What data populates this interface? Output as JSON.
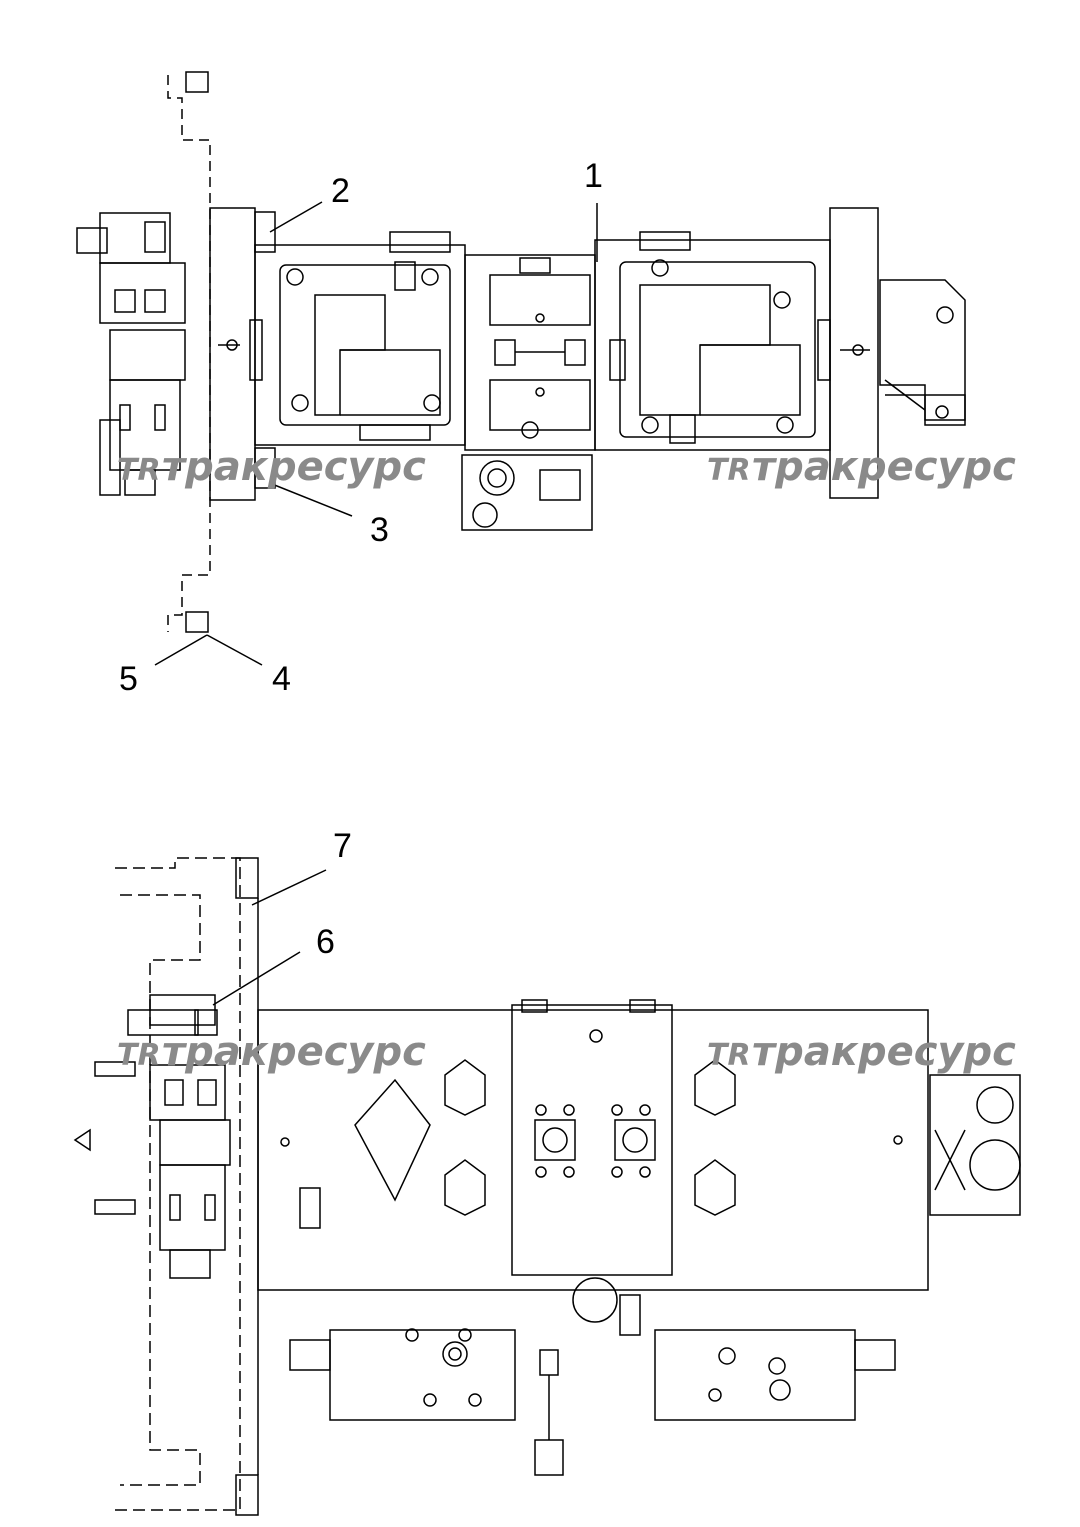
{
  "callouts": [
    "1",
    "2",
    "3",
    "4",
    "5",
    "6",
    "7"
  ],
  "watermark": {
    "logo": "TR",
    "text": "тракресурс"
  },
  "colors": {
    "line": "#000000",
    "watermark": "#8a8a8a",
    "background": "#ffffff"
  }
}
